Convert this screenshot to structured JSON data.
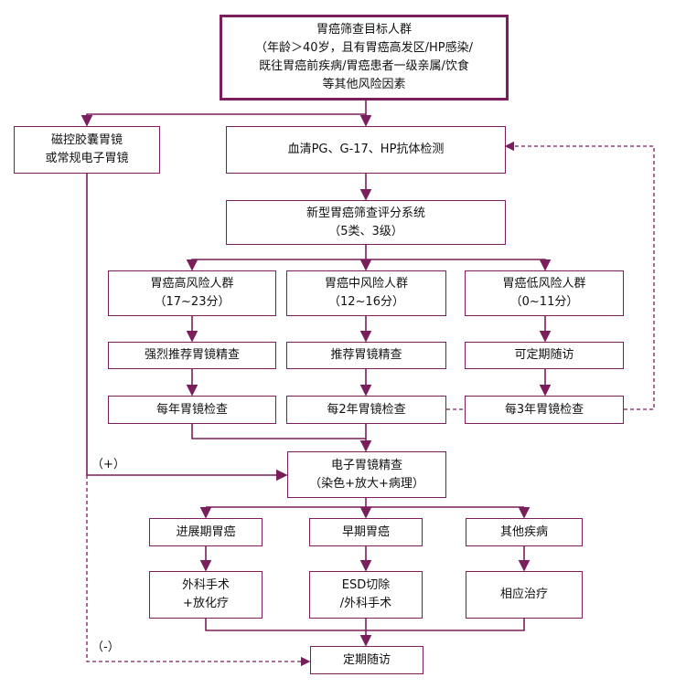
{
  "colors": {
    "accent": "#7a1f5c"
  },
  "flow": {
    "top": {
      "title": "胃癌筛查目标人群",
      "line1": "（年龄＞40岁，且有胃癌高发区/HP感染/",
      "line2": "既往胃癌前疾病/胃癌患者一级亲属/饮食",
      "line3": "等其他风险因素"
    },
    "capsule": {
      "line1": "磁控胶囊胃镜",
      "line2": "或常规电子胃镜"
    },
    "serum": "血清PG、G-17、HP抗体检测",
    "scoring": {
      "line1": "新型胃癌筛查评分系统",
      "line2": "（5类、3级）"
    },
    "high": {
      "line1": "胃癌高风险人群",
      "line2": "（17~23分）",
      "rec": "强烈推荐胃镜精查",
      "freq": "每年胃镜检查"
    },
    "mid": {
      "line1": "胃癌中风险人群",
      "line2": "（12~16分）",
      "rec": "推荐胃镜精查",
      "freq": "每2年胃镜检查"
    },
    "low": {
      "line1": "胃癌低风险人群",
      "line2": "（0~11分）",
      "rec": "可定期随访",
      "freq": "每3年胃镜检查"
    },
    "endo": {
      "line1": "电子胃镜精查",
      "line2": "（染色+放大+病理）"
    },
    "advanced": {
      "label": "进展期胃癌",
      "treat1": "外科手术",
      "treat2": "+放化疗"
    },
    "early": {
      "label": "早期胃癌",
      "treat1": "ESD切除",
      "treat2": "/外科手术"
    },
    "other": {
      "label": "其他疾病",
      "treat": "相应治疗"
    },
    "followup": "定期随访",
    "plus": "（+）",
    "minus": "（-）"
  }
}
